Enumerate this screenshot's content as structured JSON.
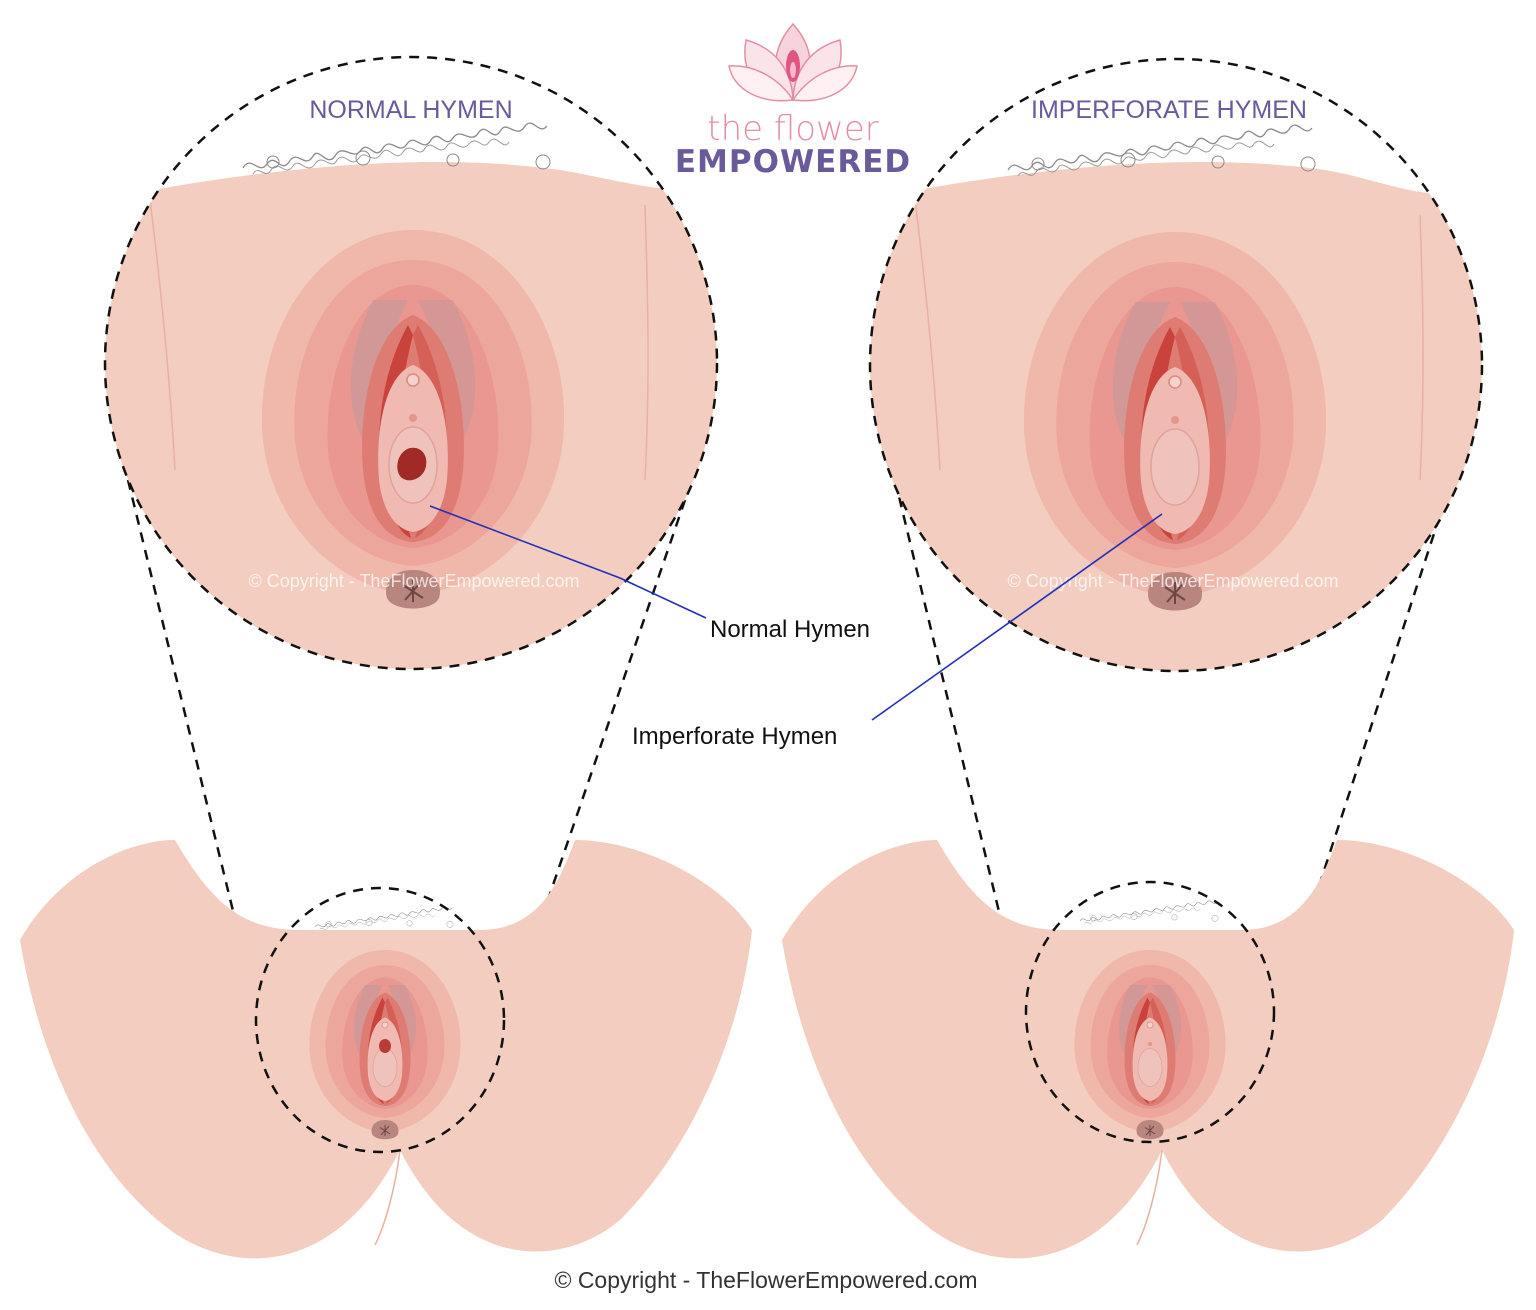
{
  "brand": {
    "line1": "the flower",
    "line2": "EMPOWERED",
    "logo_icon": "lotus-flower-icon"
  },
  "panels": {
    "left": {
      "title": "NORMAL HYMEN",
      "watermark": "© Copyright - TheFlowerEmpowered.com",
      "hymen": "perforated"
    },
    "right": {
      "title": "IMPERFORATE HYMEN",
      "watermark": "© Copyright - TheFlowerEmpowered.com",
      "hymen": "imperforate"
    }
  },
  "callouts": {
    "normal": "Normal Hymen",
    "imperforate": "Imperforate Hymen"
  },
  "footer": {
    "copyright": "© Copyright - TheFlowerEmpowered.com"
  },
  "colors": {
    "skin": "#f3cdbf",
    "skin_dark": "#eab6a6",
    "vulva": "#eea79e",
    "inner": "#d9675f",
    "title": "#6a5a9c",
    "brand_pink": "#e48fa0",
    "leader_line": "#1f2fbf"
  }
}
